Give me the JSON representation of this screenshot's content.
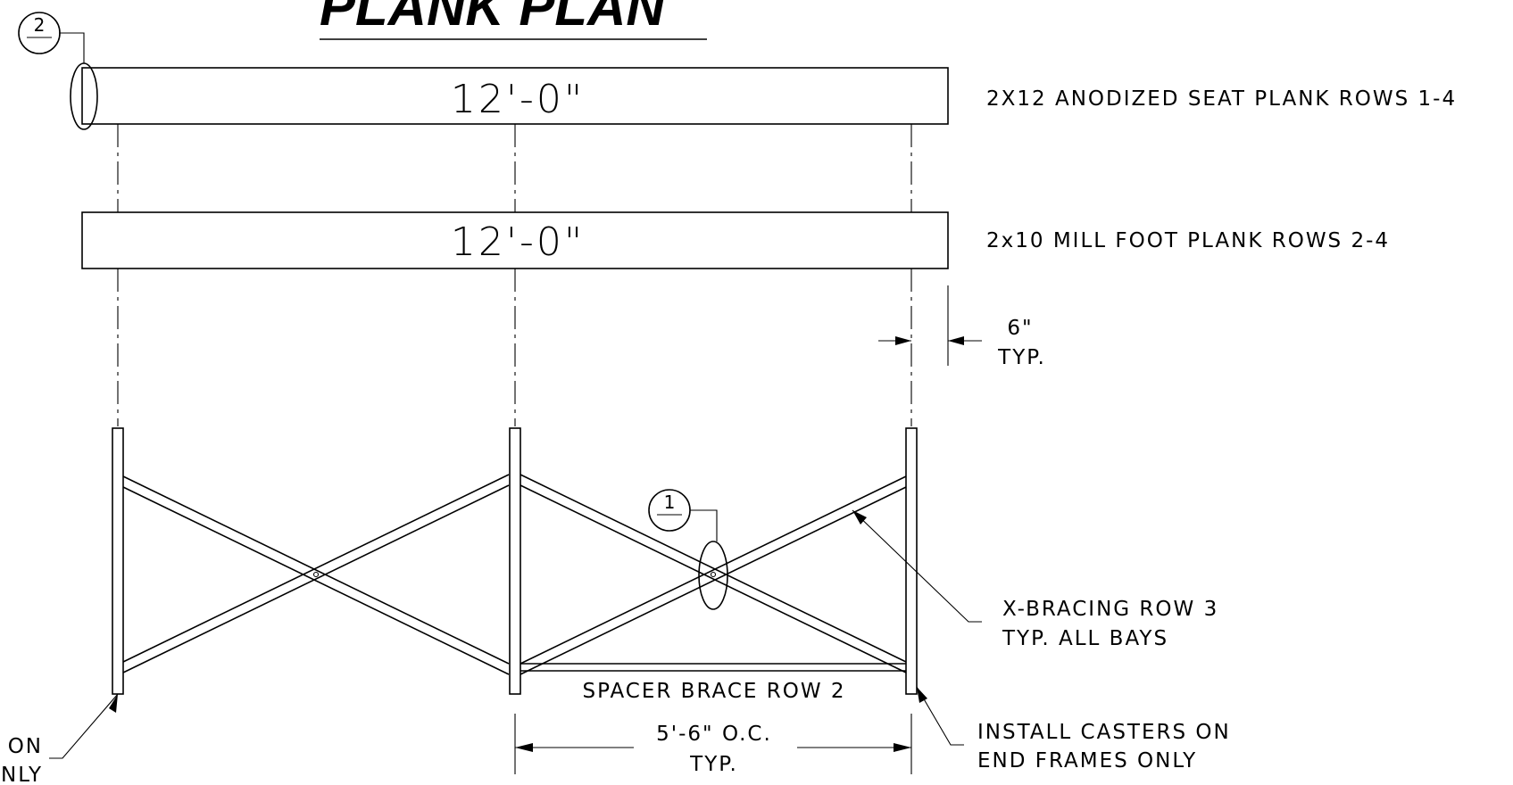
{
  "title": "PLANK PLAN",
  "planks": [
    {
      "dimension": "12'-0\"",
      "label": "2X12 ANODIZED SEAT PLANK ROWS 1-4"
    },
    {
      "dimension": "12'-0\"",
      "label": "2x10 MILL FOOT PLANK ROWS 2-4"
    }
  ],
  "detail_bubbles": [
    {
      "number": "2"
    },
    {
      "number": "1"
    }
  ],
  "offset_dimension": {
    "value": "6\"",
    "note": "TYP."
  },
  "labels": {
    "x_bracing_line1": "X-BRACING ROW 3",
    "x_bracing_line2": "TYP. ALL BAYS",
    "spacer_brace": "SPACER BRACE ROW 2",
    "spacing_line1": "5'-6\" O.C.",
    "spacing_line2": "TYP.",
    "casters_line1": "INSTALL CASTERS ON",
    "casters_line2": "END FRAMES ONLY",
    "casters_left_line1": "ON",
    "casters_left_line2": "NLY"
  }
}
